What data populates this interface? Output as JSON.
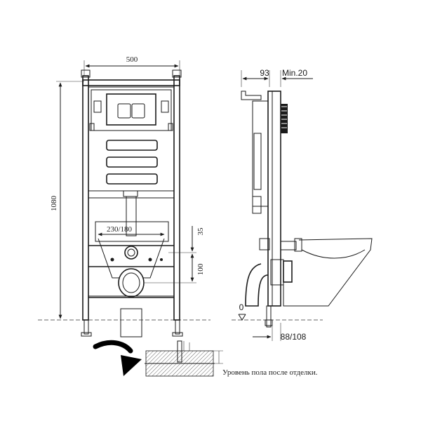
{
  "front_view": {
    "width_label": "500",
    "height_label": "1080",
    "drain_label": "230/180",
    "offset_top_label": "35",
    "offset_bottom_label": "100"
  },
  "side_view": {
    "depth_label": "93",
    "clearance_label": "Min.20",
    "floor_level_label": "0",
    "outlet_label": "88/108"
  },
  "floor_detail": {
    "caption": "Уровень пола после отделки."
  }
}
